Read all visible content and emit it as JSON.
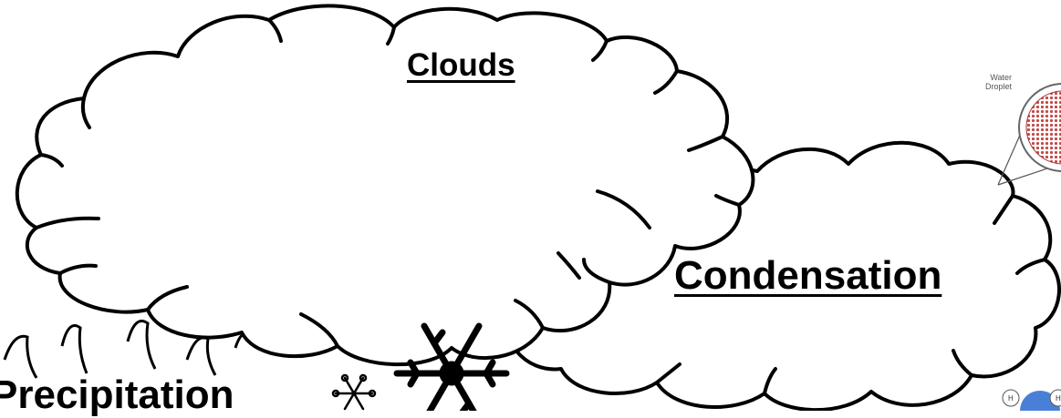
{
  "diagram": {
    "labels": {
      "clouds": "Clouds",
      "condensation": "Condensation",
      "precipitation": "Precipitation"
    },
    "inset": {
      "caption": "Water Droplet",
      "atom_left": "H",
      "atom_right": "H"
    },
    "colors": {
      "outline": "#000000",
      "droplet": "#c24a4a",
      "molecule": "#4a7fd8"
    },
    "icons": [
      "cloud",
      "snowflake",
      "rain-drops",
      "water-droplet-magnified",
      "water-molecule"
    ]
  }
}
